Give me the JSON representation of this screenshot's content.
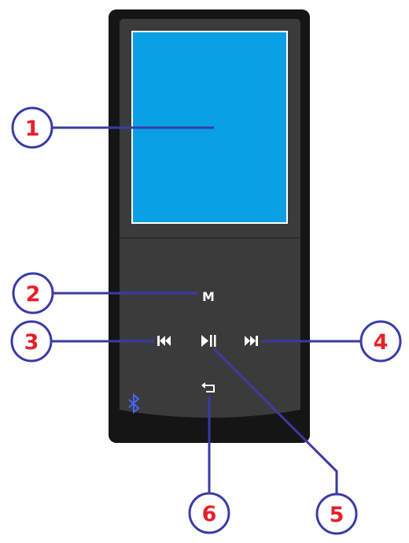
{
  "device": {
    "colors": {
      "body_outer": "#151515",
      "body_inner": "#3b3b3b",
      "screen": "#0aa0e6",
      "screen_border": "#ffffff",
      "button_glyph": "#ffffff",
      "bluetooth": "#4466ff"
    },
    "buttons": {
      "menu_glyph": "M",
      "previous_glyph": "⏮",
      "play_pause_glyph": "⏯",
      "next_glyph": "⏭",
      "back_glyph": "⮐",
      "bluetooth_glyph": "bluetooth-icon"
    }
  },
  "callouts": {
    "colors": {
      "line": "#3a3aa8",
      "circle_stroke": "#3a3aa8",
      "circle_fill": "#ffffff",
      "number_text": "#e8202a"
    },
    "items": [
      {
        "id": "screen",
        "number": "1"
      },
      {
        "id": "menu-button",
        "number": "2"
      },
      {
        "id": "previous-button",
        "number": "3"
      },
      {
        "id": "next-button",
        "number": "4"
      },
      {
        "id": "play-pause-button",
        "number": "5"
      },
      {
        "id": "back-button",
        "number": "6"
      }
    ]
  }
}
